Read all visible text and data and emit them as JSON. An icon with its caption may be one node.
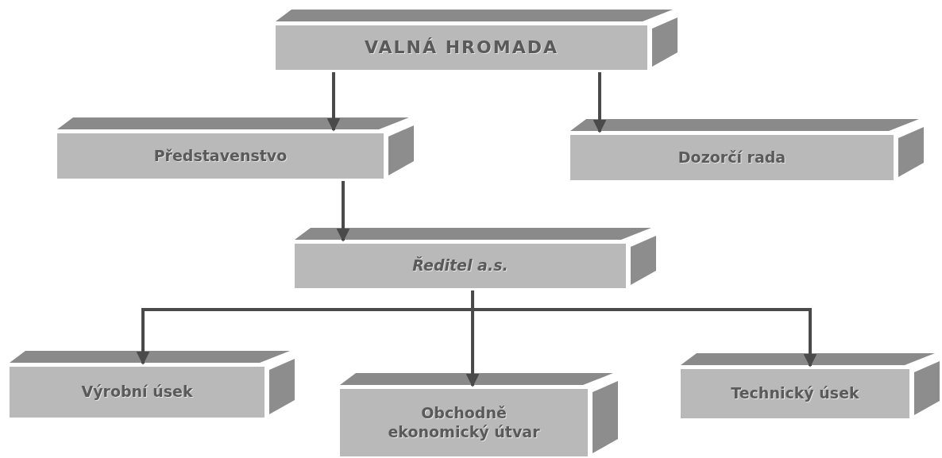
{
  "diagram": {
    "nodes": [
      {
        "text": [
          "VALNÁ HROMADA"
        ]
      },
      {
        "text": [
          "Představenstvo"
        ]
      },
      {
        "text": [
          "Dozorčí rada"
        ]
      },
      {
        "text": [
          "Ředitel a.s."
        ]
      },
      {
        "text": [
          "Výrobní úsek"
        ]
      },
      {
        "text": [
          "Obchodně ekonomický útvar"
        ]
      },
      {
        "text": [
          "Technický úsek"
        ]
      }
    ],
    "edges": [
      {
        "from": 0,
        "to": 1,
        "arrow": "to"
      },
      {
        "from": 0,
        "to": 2,
        "arrow": "to"
      },
      {
        "from": 1,
        "to": 3,
        "arrow": "to"
      },
      {
        "from": 3,
        "to": 4,
        "arrow": "to"
      },
      {
        "from": 3,
        "to": 5,
        "arrow": "to"
      },
      {
        "from": 3,
        "to": 6,
        "arrow": "to"
      }
    ]
  }
}
